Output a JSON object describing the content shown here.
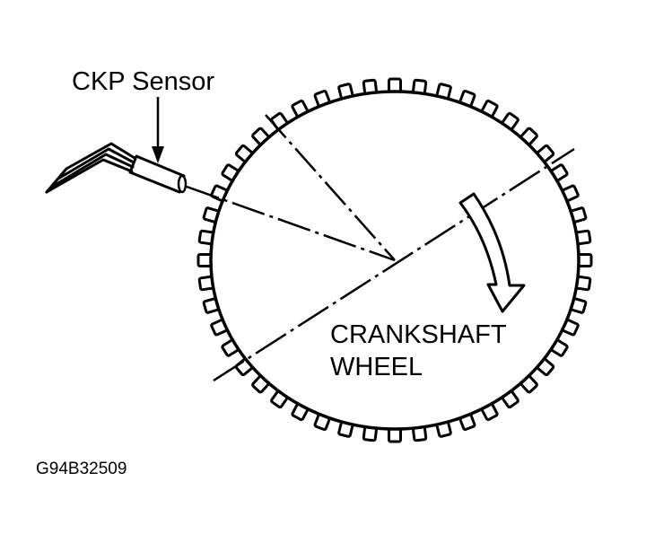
{
  "labels": {
    "sensor": "CKP Sensor",
    "wheel_line1": "CRANKSHAFT",
    "wheel_line2": "WHEEL",
    "figure_id": "G94B32509"
  },
  "colors": {
    "ink": "#000000",
    "background": "#ffffff"
  },
  "wheel": {
    "tooth_count": 48,
    "rotation_direction": "clockwise"
  }
}
